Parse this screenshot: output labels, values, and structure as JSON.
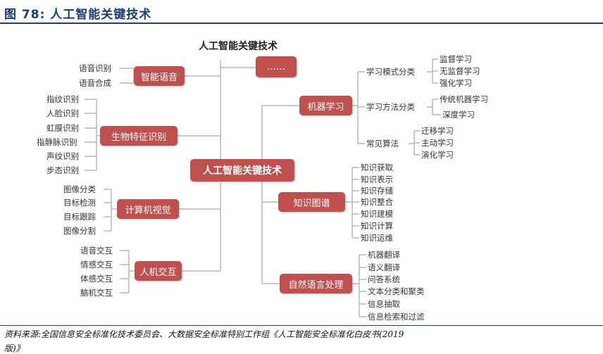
{
  "figure": {
    "title": "图 78: 人工智能关键技术",
    "source_line1": "资料来源:全国信息安全标准化技术委员会、大数据安全标准特别工作组《人工智能安全标准化白皮书(2019",
    "source_line2": "版)》"
  },
  "diagram": {
    "title": "人工智能关键技术",
    "center": "人工智能关键技术",
    "nodes": {
      "more": "……",
      "speech": "智能语音",
      "bio": "生物特征识别",
      "cv": "计算机视觉",
      "hci": "人机交互",
      "ml": "机器学习",
      "kg": "知识图谱",
      "nlp": "自然语言处理"
    },
    "speech_items": [
      "语音识别",
      "语音合成"
    ],
    "bio_items": [
      "指纹识别",
      "人脸识别",
      "虹膜识别",
      "指静脉识别",
      "声纹识别",
      "步态识别"
    ],
    "cv_items": [
      "图像分类",
      "目标检测",
      "目标跟踪",
      "图像分割"
    ],
    "hci_items": [
      "语音交互",
      "情感交互",
      "体感交互",
      "脑机交互"
    ],
    "ml_sub": [
      "学习模式分类",
      "学习方法分类",
      "常见算法"
    ],
    "ml_mode_items": [
      "监督学习",
      "无监督学习",
      "强化学习"
    ],
    "ml_method_items": [
      "传统机器学习",
      "深度学习"
    ],
    "ml_algo_items": [
      "迁移学习",
      "主动学习",
      "演化学习"
    ],
    "kg_items": [
      "知识获取",
      "知识表示",
      "知识存储",
      "知识整合",
      "知识建模",
      "知识计算",
      "知识运维"
    ],
    "nlp_items": [
      "机器翻译",
      "语义翻译",
      "问答系统",
      "文本分类和聚类",
      "信息抽取",
      "信息检索和过滤"
    ]
  },
  "colors": {
    "node": "#c0504d",
    "line": "#b8b8b8",
    "header": "#1f3b73"
  }
}
